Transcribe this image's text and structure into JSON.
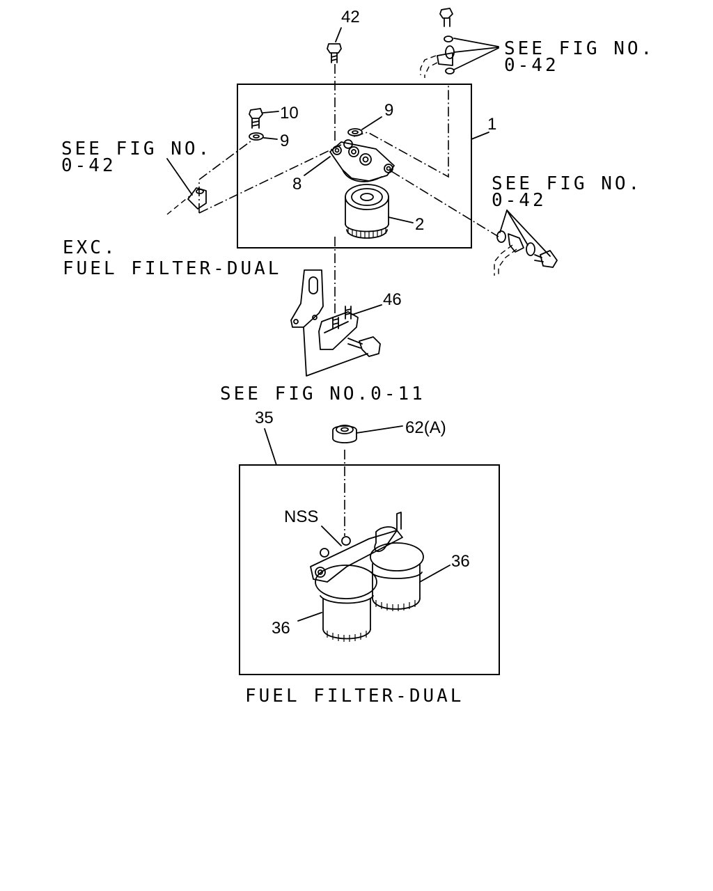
{
  "diagram": {
    "part_numbers": {
      "p42": "42",
      "p10": "10",
      "p9a": "9",
      "p9b": "9",
      "p1": "1",
      "p8": "8",
      "p2": "2",
      "p46": "46",
      "p35": "35",
      "p62": "62(A)",
      "nss": "NSS",
      "p36a": "36",
      "p36b": "36"
    },
    "references": {
      "ref_top_right": [
        "SEE FIG NO.",
        "0-42"
      ],
      "ref_left": [
        "SEE FIG NO.",
        "0-42"
      ],
      "ref_right": [
        "SEE FIG NO.",
        "0-42"
      ],
      "ref_bracket": "SEE FIG NO.0-11"
    },
    "section_labels": {
      "upper": [
        "EXC.",
        "FUEL FILTER-DUAL"
      ],
      "lower": "FUEL FILTER-DUAL"
    }
  }
}
